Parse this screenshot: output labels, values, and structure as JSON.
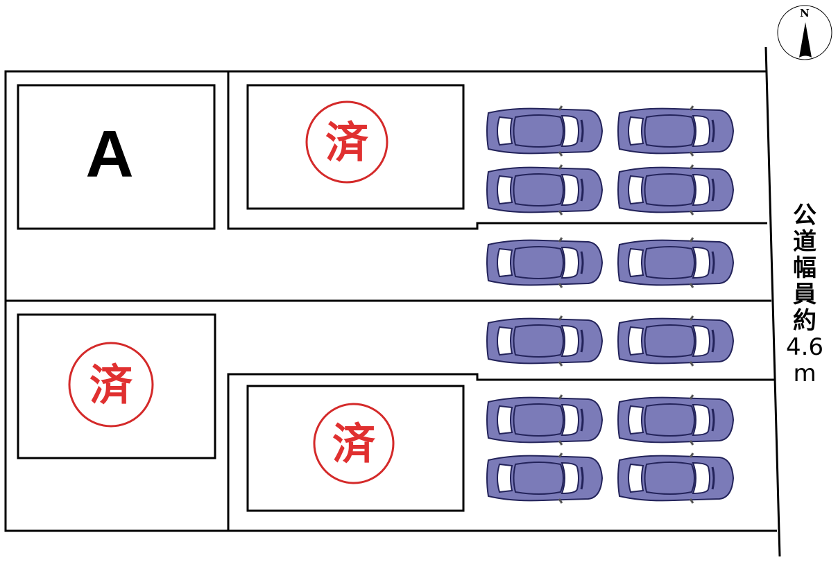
{
  "lots": [
    {
      "id": "A",
      "label": "A",
      "status": "available"
    },
    {
      "id": "lot-2",
      "label": "済",
      "status": "sold"
    },
    {
      "id": "lot-3",
      "label": "済",
      "status": "sold"
    },
    {
      "id": "lot-4",
      "label": "済",
      "status": "sold"
    }
  ],
  "road": {
    "chars": [
      "公",
      "道",
      "幅",
      "員",
      "約"
    ],
    "width": "4.6",
    "unit": "m"
  },
  "compass": {
    "label": "N"
  },
  "colors": {
    "stamp": "#d42a2a",
    "car": "#7b7bb8"
  },
  "parking_spaces": 12
}
